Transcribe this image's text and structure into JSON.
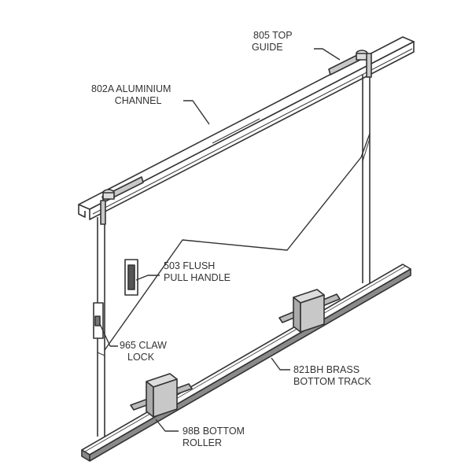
{
  "labels": {
    "top_guide": [
      "805 TOP",
      "GUIDE"
    ],
    "channel": [
      "802A ALUMINIUM",
      "CHANNEL"
    ],
    "pull_handle": [
      "503 FLUSH",
      "PULL HANDLE"
    ],
    "claw_lock": [
      "965 CLAW",
      "LOCK"
    ],
    "bottom_track": [
      "821BH BRASS",
      "BOTTOM TRACK"
    ],
    "bottom_roller": [
      "98B BOTTOM",
      "ROLLER"
    ]
  },
  "colors": {
    "line": "#333333",
    "part_fill": "#c8c8c8",
    "track_fill": "#8a8a8a"
  }
}
